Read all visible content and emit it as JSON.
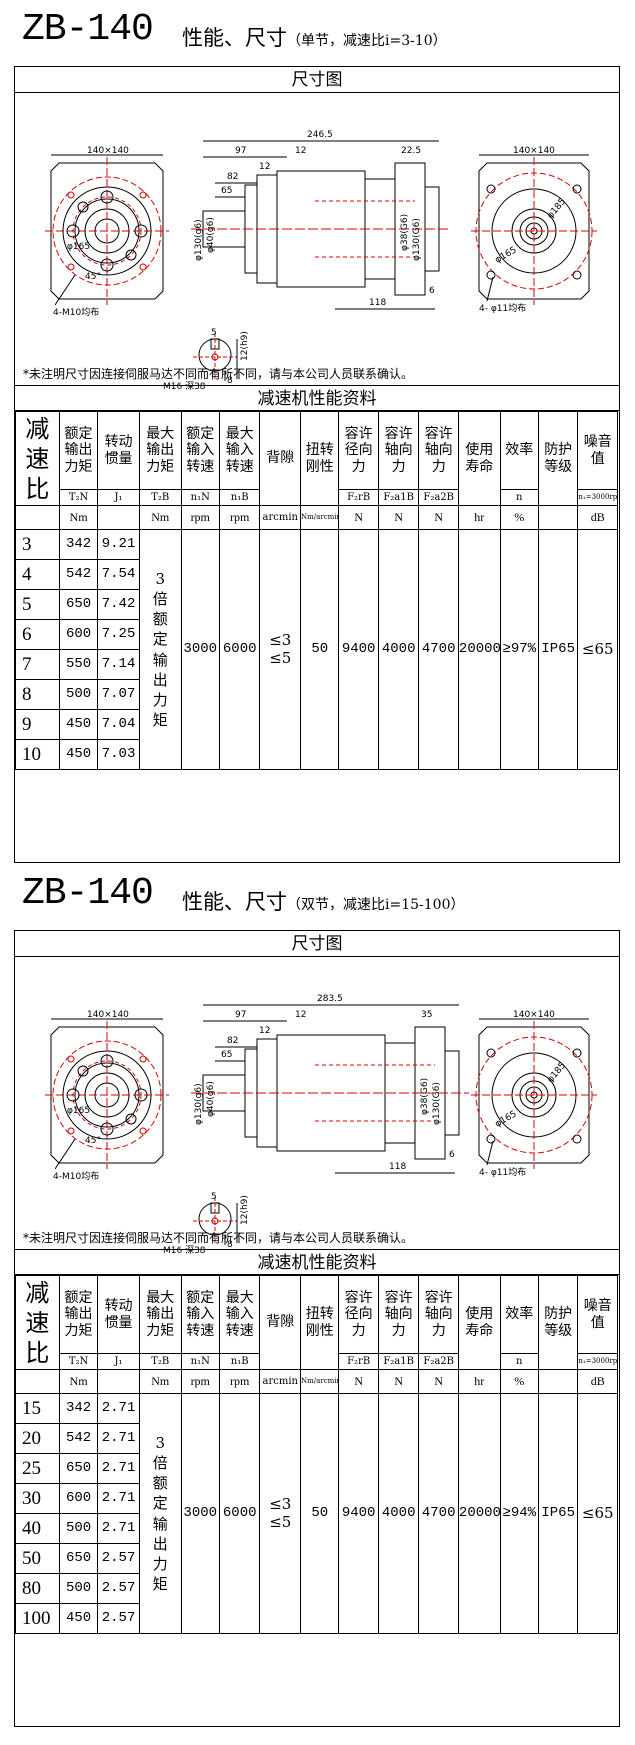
{
  "sections": [
    {
      "title_main": "ZB-140",
      "title_sub": "性能、尺寸",
      "title_note": "（单节，减速比i=3-10）",
      "dim_header": "尺寸图",
      "note": "*未注明尺寸因连接伺服马达不同而有所不同，请与本公司人员联系确认。",
      "perf_header": "减速机性能资料",
      "dims": {
        "flange_left": "140×140",
        "flange_right": "140×140",
        "total": "246.5",
        "d97": "97",
        "d12a": "12",
        "d12b": "12",
        "d22": "22.5",
        "d82": "82",
        "d65": "65",
        "d118": "118",
        "d6": "6",
        "phi40": "φ40(g6)",
        "phi130a": "φ130(g6)",
        "phi38": "φ38(G6)",
        "phi130b": "φ130(G6)",
        "phi165": "φ165",
        "phi185": "φ185",
        "phi165r": "φ165",
        "holes_left": "4-M10均布",
        "holes_right": "4- φ11均布",
        "deg": "45°",
        "key_w": "5",
        "key_h": "12(h9)",
        "key_d": "8",
        "key_m": "M16 深38"
      },
      "headers": {
        "ratio": "减速比",
        "rated_torque": "额定输出力矩",
        "inertia": "转动惯量",
        "max_torque": "最大输出力矩",
        "rated_speed": "额定输入转速",
        "max_speed": "最大输入转速",
        "backlash": "背隙",
        "stiffness": "扭转刚性",
        "radial": "容许径向力",
        "axial": "容许轴向力",
        "axial2": "容许轴向力",
        "life": "使用寿命",
        "eff": "效率",
        "ip": "防护等级",
        "noise": "噪音值"
      },
      "symbols": {
        "rated_torque": "T₂N",
        "inertia": "J₁",
        "max_torque": "T₂B",
        "rated_speed": "n₁N",
        "max_speed": "n₁B",
        "radial": "F₂rB",
        "axial": "F₂a1B",
        "axial2": "F₂a2B",
        "eff": "n",
        "noise": "n₁=3000rpm"
      },
      "units": {
        "rated_torque": "Nm",
        "max_torque": "Nm",
        "rated_speed": "rpm",
        "max_speed": "rpm",
        "backlash": "arcmin",
        "stiffness": "Nm/arcmin",
        "radial": "N",
        "axial": "N",
        "axial2": "N",
        "life": "hr",
        "eff": "%",
        "noise": "dB"
      },
      "rows": [
        {
          "ratio": "3",
          "torque": "342",
          "inertia": "9.21"
        },
        {
          "ratio": "4",
          "torque": "542",
          "inertia": "7.54"
        },
        {
          "ratio": "5",
          "torque": "650",
          "inertia": "7.42"
        },
        {
          "ratio": "6",
          "torque": "600",
          "inertia": "7.25"
        },
        {
          "ratio": "7",
          "torque": "550",
          "inertia": "7.14"
        },
        {
          "ratio": "8",
          "torque": "500",
          "inertia": "7.07"
        },
        {
          "ratio": "9",
          "torque": "450",
          "inertia": "7.04"
        },
        {
          "ratio": "10",
          "torque": "450",
          "inertia": "7.03"
        }
      ],
      "merged": {
        "max_torque": "3倍额定输出力矩",
        "rated_speed": "3000",
        "max_speed": "6000",
        "backlash_a": "≤3",
        "backlash_b": "≤5",
        "stiffness": "50",
        "radial": "9400",
        "axial": "4000",
        "axial2": "4700",
        "life": "20000",
        "eff": "≥97%",
        "ip": "IP65",
        "noise": "≤65"
      }
    },
    {
      "title_main": "ZB-140",
      "title_sub": "性能、尺寸",
      "title_note": "（双节，减速比i=15-100）",
      "dim_header": "尺寸图",
      "note": "*未注明尺寸因连接伺服马达不同而有所不同，请与本公司人员联系确认。",
      "perf_header": "减速机性能资料",
      "dims": {
        "flange_left": "140×140",
        "flange_right": "140×140",
        "total": "283.5",
        "d97": "97",
        "d12a": "12",
        "d12b": "12",
        "d22": "35",
        "d82": "82",
        "d65": "65",
        "d118": "118",
        "d6": "6",
        "phi40": "φ40(g6)",
        "phi130a": "φ130(g6)",
        "phi38": "φ38(G6)",
        "phi130b": "φ130(G6)",
        "phi165": "φ165",
        "phi185": "φ185",
        "phi165r": "φ165",
        "holes_left": "4-M10均布",
        "holes_right": "4- φ11均布",
        "deg": "45°",
        "key_w": "5",
        "key_h": "12(h9)",
        "key_d": "8",
        "key_m": "M16 深38"
      },
      "headers": {
        "ratio": "减速比",
        "rated_torque": "额定输出力矩",
        "inertia": "转动惯量",
        "max_torque": "最大输出力矩",
        "rated_speed": "额定输入转速",
        "max_speed": "最大输入转速",
        "backlash": "背隙",
        "stiffness": "扭转刚性",
        "radial": "容许径向力",
        "axial": "容许轴向力",
        "axial2": "容许轴向力",
        "life": "使用寿命",
        "eff": "效率",
        "ip": "防护等级",
        "noise": "噪音值"
      },
      "symbols": {
        "rated_torque": "T₂N",
        "inertia": "J₁",
        "max_torque": "T₂B",
        "rated_speed": "n₁N",
        "max_speed": "n₁B",
        "radial": "F₂rB",
        "axial": "F₂a1B",
        "axial2": "F₂a2B",
        "eff": "n",
        "noise": "n₁=3000rpm"
      },
      "units": {
        "rated_torque": "Nm",
        "max_torque": "Nm",
        "rated_speed": "rpm",
        "max_speed": "rpm",
        "backlash": "arcmin",
        "stiffness": "Nm/arcmin",
        "radial": "N",
        "axial": "N",
        "axial2": "N",
        "life": "hr",
        "eff": "%",
        "noise": "dB"
      },
      "rows": [
        {
          "ratio": "15",
          "torque": "342",
          "inertia": "2.71"
        },
        {
          "ratio": "20",
          "torque": "542",
          "inertia": "2.71"
        },
        {
          "ratio": "25",
          "torque": "650",
          "inertia": "2.71"
        },
        {
          "ratio": "30",
          "torque": "600",
          "inertia": "2.71"
        },
        {
          "ratio": "40",
          "torque": "500",
          "inertia": "2.71"
        },
        {
          "ratio": "50",
          "torque": "650",
          "inertia": "2.57"
        },
        {
          "ratio": "80",
          "torque": "500",
          "inertia": "2.57"
        },
        {
          "ratio": "100",
          "torque": "450",
          "inertia": "2.57"
        }
      ],
      "merged": {
        "max_torque": "3倍额定输出力矩",
        "rated_speed": "3000",
        "max_speed": "6000",
        "backlash_a": "≤3",
        "backlash_b": "≤5",
        "stiffness": "50",
        "radial": "9400",
        "axial": "4000",
        "axial2": "4700",
        "life": "20000",
        "eff": "≥94%",
        "ip": "IP65",
        "noise": "≤65"
      }
    }
  ]
}
